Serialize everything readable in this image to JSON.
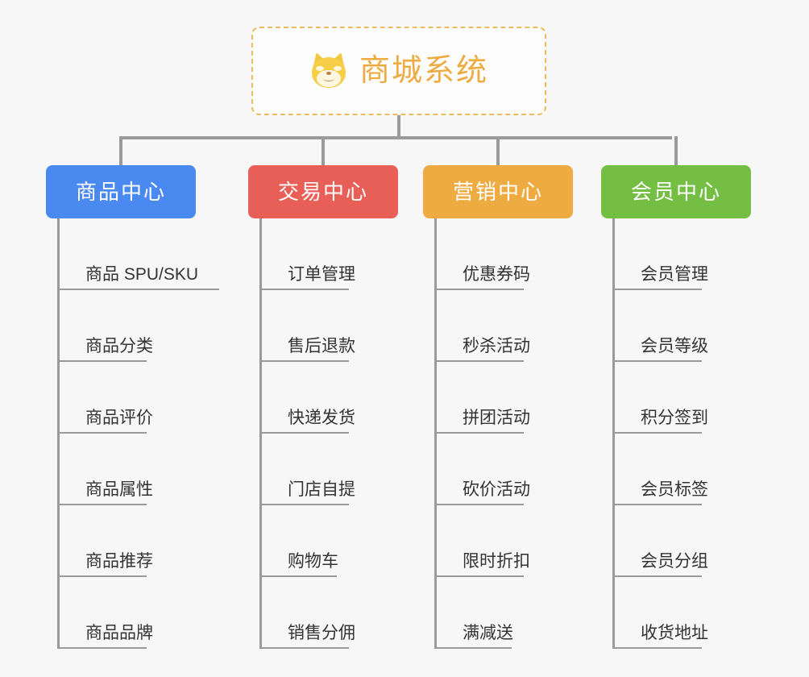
{
  "background_color": "#f7f7f7",
  "root": {
    "icon": "shiba-inu-dog-face-icon",
    "title": "商城系统",
    "text_color": "#eeab42",
    "border_color": "#edbb5f",
    "background_color": "#fdfdfd"
  },
  "connector_color": "#9a9a9a",
  "leaf_text_color": "#333333",
  "categories": [
    {
      "label": "商品中心",
      "color": "#4a8af0",
      "items": [
        "商品 SPU/SKU",
        "商品分类",
        "商品评价",
        "商品属性",
        "商品推荐",
        "商品品牌"
      ]
    },
    {
      "label": "交易中心",
      "color": "#e85f58",
      "items": [
        "订单管理",
        "售后退款",
        "快递发货",
        "门店自提",
        "购物车",
        "销售分佣"
      ]
    },
    {
      "label": "营销中心",
      "color": "#eeab42",
      "items": [
        "优惠券码",
        "秒杀活动",
        "拼团活动",
        "砍价活动",
        "限时折扣",
        "满减送"
      ]
    },
    {
      "label": "会员中心",
      "color": "#73be43",
      "items": [
        "会员管理",
        "会员等级",
        "积分签到",
        "会员标签",
        "会员分组",
        "收货地址"
      ]
    }
  ]
}
